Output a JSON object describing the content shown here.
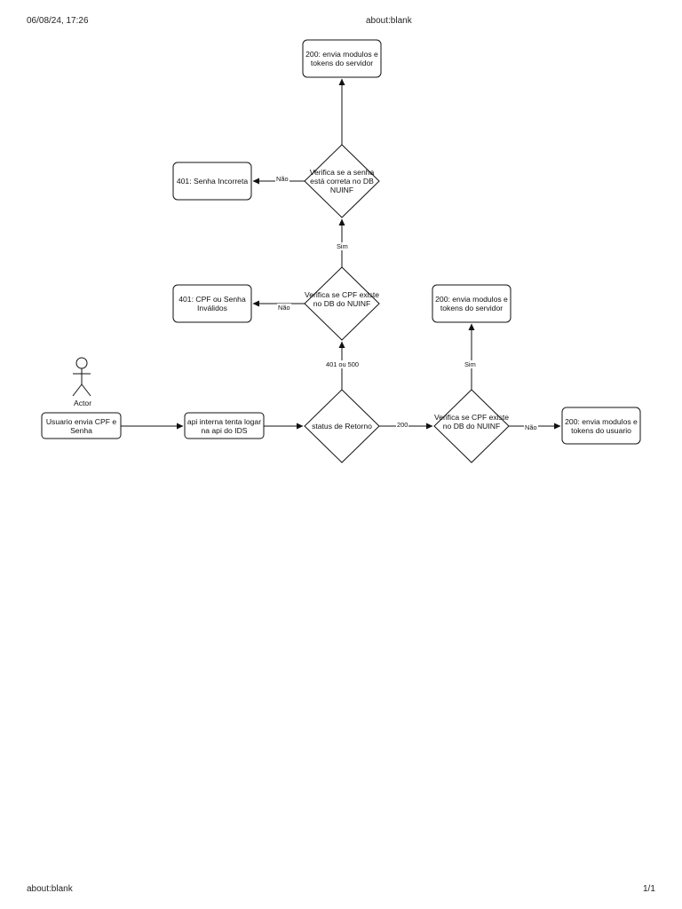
{
  "header": {
    "datetime": "06/08/24, 17:26",
    "title": "about:blank"
  },
  "footer": {
    "url": "about:blank",
    "page": "1/1"
  },
  "diagram": {
    "actor_label": "Actor",
    "nodes": {
      "usuario_envia": "Usuario envia CPF e\nSenha",
      "api_interna": "api interna tenta logar\nna api do IDS",
      "status_retorno": "status de Retorno",
      "verifica_cpf_right": "Verifica se CPF existe\nno DB do NUINF",
      "envia_usuario": "200: envia modulos e\ntokens do usuario",
      "envia_servidor_right": "200: envia modulos e\ntokens do servidor",
      "verifica_cpf_mid": "Verifica se CPF existe\nno DB do NUINF",
      "cpf_invalidos": "401: CPF ou Senha\nInválidos",
      "verifica_senha": "Verifica se a senha\nestá correta no DB\nNUINF",
      "senha_incorreta": "401: Senha Incorreta",
      "envia_servidor_top": "200: envia modulos e\ntokens do servidor"
    },
    "edges": {
      "e_200": "200",
      "e_401_500": "401 ou 500",
      "e_nao_right": "Não",
      "e_sim_right": "Sim",
      "e_nao_mid": "Não",
      "e_sim_mid": "Sim",
      "e_nao_top": "Não"
    }
  }
}
